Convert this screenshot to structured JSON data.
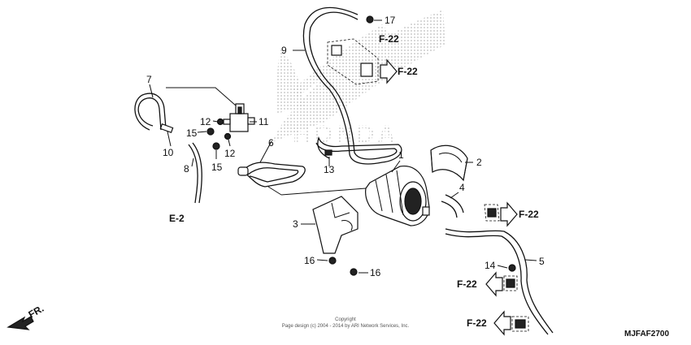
{
  "callouts": {
    "p1": "1",
    "p2": "2",
    "p3": "3",
    "p4": "4",
    "p5": "5",
    "p6": "6",
    "p7": "7",
    "p8": "8",
    "p9": "9",
    "p10": "10",
    "p11": "11",
    "p12a": "12",
    "p12b": "12",
    "p13": "13",
    "p14": "14",
    "p15a": "15",
    "p15b": "15",
    "p16a": "16",
    "p16b": "16",
    "p17": "17"
  },
  "references": {
    "f22_top": "F-22",
    "f22_upper_arrow": "F-22",
    "f22_right": "F-22",
    "f22_mid_left": "F-22",
    "f22_bottom_left": "F-22",
    "e2": "E-2"
  },
  "front_indicator": "FR.",
  "copyright": {
    "line1": "Copyright",
    "line2": "Page design (c) 2004 - 2014 by ARI Network Services, Inc."
  },
  "diagram_code": "MJFAF2700",
  "colors": {
    "ink": "#111111",
    "watermark": "#c8c8c8"
  }
}
